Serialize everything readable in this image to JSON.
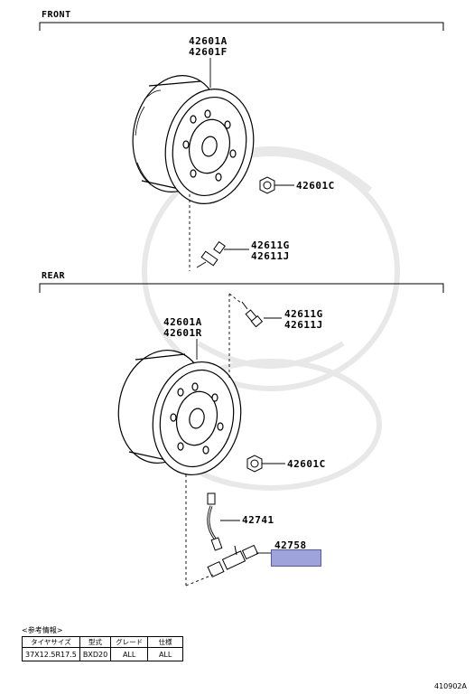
{
  "front": {
    "title": "FRONT",
    "wheel_labels": [
      "42601A",
      "42601F"
    ],
    "nut_label": "42601C",
    "valve_labels": [
      "42611G",
      "42611J"
    ]
  },
  "rear": {
    "title": "REAR",
    "wheel_labels": [
      "42601A",
      "42601R"
    ],
    "valve_labels": [
      "42611G",
      "42611J"
    ],
    "nut_label": "42601C",
    "hose_label": "42741",
    "valve_ext_label": "42758"
  },
  "reference": {
    "caption": "<参考情報>",
    "headers": [
      "タイヤサイズ",
      "型式",
      "グレード",
      "仕様"
    ],
    "row": [
      "37X12.5R17.5",
      "BXD20",
      "ALL",
      "ALL"
    ]
  },
  "diagram_code": "410902A",
  "colors": {
    "line": "#000000",
    "highlight": "#9fa3dc",
    "watermark": "#e6e6e6"
  }
}
